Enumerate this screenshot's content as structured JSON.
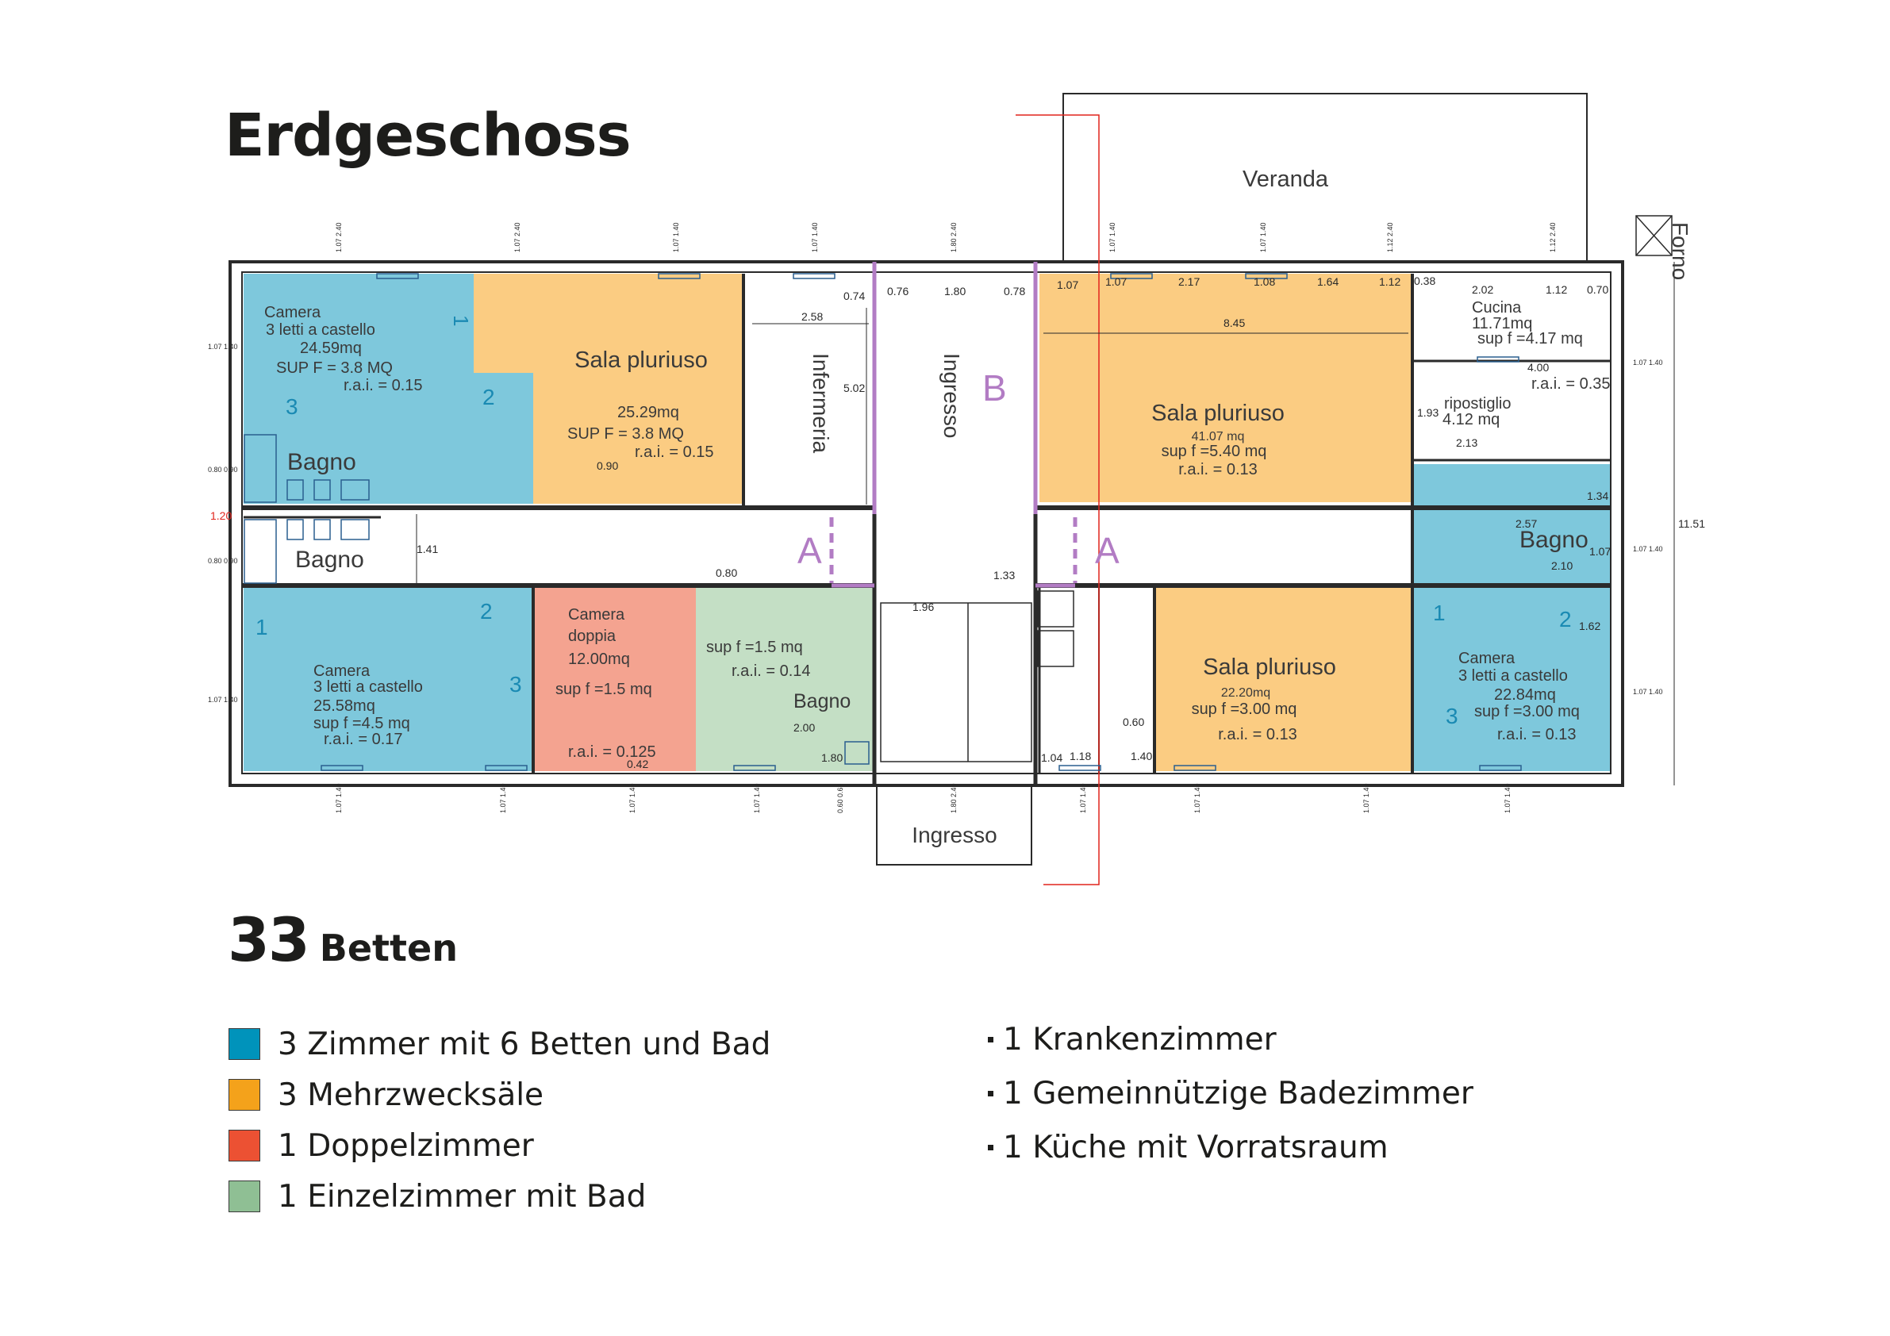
{
  "heading": "Erdgeschoss",
  "beds": {
    "count": "33",
    "label": "Betten"
  },
  "legend": [
    {
      "text": "3 Zimmer mit 6 Betten und Bad",
      "color": "#0093bb"
    },
    {
      "text": "3 Mehrzwecksäle",
      "color": "#f4a21b"
    },
    {
      "text": "1 Doppelzimmer",
      "color": "#ec5133"
    },
    {
      "text": "1 Einzelzimmer mit Bad",
      "color": "#8fbf94"
    }
  ],
  "facts": [
    "1 Krankenzimmer",
    "1 Gemeinnützige Badezimmer",
    "1 Küche mit Vorratsraum"
  ],
  "room_colors": {
    "blue": "#7ec8dc",
    "orange": "#fbcc82",
    "red": "#f4a390",
    "green": "#c4dfc5",
    "section_marks": "#b27cc4",
    "wall": "#2a2a2a"
  },
  "plan": {
    "veranda": "Veranda",
    "forno": "Forno",
    "entrance_bottom": "Ingresso",
    "entrance_vertical": "Ingresso",
    "infirmary": "Infermeria",
    "section_a": "A",
    "section_b": "B",
    "room_tl": {
      "name": "Camera",
      "beds": "3 letti a castello",
      "area": "24.59mq",
      "sup": "SUP F = 3.8 MQ",
      "rai": "r.a.i. = 0.15",
      "n1": "1",
      "n2": "2",
      "n3": "3"
    },
    "bath_tl1": "Bagno",
    "bath_tl2": "Bagno",
    "room_bl": {
      "name": "Camera",
      "beds": "3 letti a castello",
      "area": "25.58mq",
      "sup": "sup f  =4.5 mq",
      "rai": "r.a.i. = 0.17",
      "n1": "1",
      "n2": "2",
      "n3": "3"
    },
    "sala1": {
      "name": "Sala pluriuso",
      "area": "25.29mq",
      "sup": "SUP F = 3.8 MQ",
      "rai": "r.a.i. = 0.15"
    },
    "sala2": {
      "name": "Sala pluriuso",
      "area": "41.07 mq",
      "sup": "sup f =5.40 mq",
      "rai": "r.a.i. = 0.13"
    },
    "sala3": {
      "name": "Sala pluriuso",
      "area": "22.20mq",
      "sup": "sup f =3.00 mq",
      "rai": "r.a.i. = 0.13"
    },
    "doppia": {
      "name": "Camera",
      "name2": "doppia",
      "area": "12.00mq",
      "sup": "sup f =1.5 mq",
      "rai": "r.a.i. = 0.125"
    },
    "single": {
      "sup": "sup f =1.5 mq",
      "rai": "r.a.i. = 0.14",
      "bath": "Bagno"
    },
    "cucina": {
      "name": "Cucina",
      "area": "11.71mq",
      "sup": "sup f =4.17 mq",
      "rai": "r.a.i. = 0.35"
    },
    "ripostiglio": {
      "name": "ripostiglio",
      "area": "4.12 mq"
    },
    "bath_r": "Bagno",
    "room_r": {
      "name": "Camera",
      "beds": "3 letti a castello",
      "area": "22.84mq",
      "sup": "sup f =3.00 mq",
      "rai": "r.a.i. = 0.13",
      "n1": "1",
      "n2": "2",
      "n3": "3"
    },
    "dims": {
      "d_258": "2.58",
      "d_502": "5.02",
      "d_074": "0.74",
      "d_076": "0.76",
      "d_180": "1.80",
      "d_078": "0.78",
      "d_107a": "1.07",
      "d_107b": "1.07",
      "d_217": "2.17",
      "d_108": "1.08",
      "d_164": "1.64",
      "d_112a": "1.12",
      "d_038": "0.38",
      "d_202": "2.02",
      "d_112b": "1.12",
      "d_070": "0.70",
      "d_845": "8.45",
      "d_400": "4.00",
      "d_193": "1.93",
      "d_213": "2.13",
      "d_134": "1.34",
      "d_257": "2.57",
      "d_107c": "1.07",
      "d_210": "2.10",
      "d_162": "1.62",
      "d_1151": "11.51",
      "d_141": "1.41",
      "d_080": "0.80",
      "d_120": "1.20",
      "d_090": "0.90",
      "d_133": "1.33",
      "d_196": "1.96",
      "d_200": "2.00",
      "d_180b": "1.80",
      "d_042": "0.42",
      "d_060": "0.60",
      "d_118": "1.18",
      "d_104": "1.04",
      "d_140": "1.40"
    },
    "openings_top": [
      {
        "a": "1.07",
        "b": "2.40"
      },
      {
        "a": "1.07",
        "b": "2.40"
      },
      {
        "a": "1.07",
        "b": "1.40"
      },
      {
        "a": "1.07",
        "b": "1.40"
      },
      {
        "a": "1.80",
        "b": "2.40"
      },
      {
        "a": "1.07",
        "b": "1.40"
      },
      {
        "a": "1.07",
        "b": "1.40"
      },
      {
        "a": "1.12",
        "b": "2.40"
      },
      {
        "a": "1.12",
        "b": "2.40"
      }
    ],
    "openings_bottom": [
      {
        "a": "1.07",
        "b": "1.40"
      },
      {
        "a": "1.07",
        "b": "1.40"
      },
      {
        "a": "1.07",
        "b": "1.40"
      },
      {
        "a": "1.07",
        "b": "1.40"
      },
      {
        "a": "0.60",
        "b": "0.62"
      },
      {
        "a": "1.80",
        "b": "2.40"
      },
      {
        "a": "1.07",
        "b": "1.40"
      },
      {
        "a": "1.07",
        "b": "1.40"
      },
      {
        "a": "1.07",
        "b": "1.40"
      },
      {
        "a": "1.07",
        "b": "1.40"
      }
    ],
    "openings_left": [
      {
        "a": "1.07",
        "b": "1.40"
      },
      {
        "a": "0.80",
        "b": "0.90"
      },
      {
        "a": "0.80",
        "b": "0.90"
      },
      {
        "a": "1.07",
        "b": "1.40"
      }
    ],
    "openings_right": [
      {
        "a": "1.07",
        "b": "1.40"
      },
      {
        "a": "1.07",
        "b": "1.40"
      },
      {
        "a": "1.07",
        "b": "1.40"
      }
    ]
  }
}
